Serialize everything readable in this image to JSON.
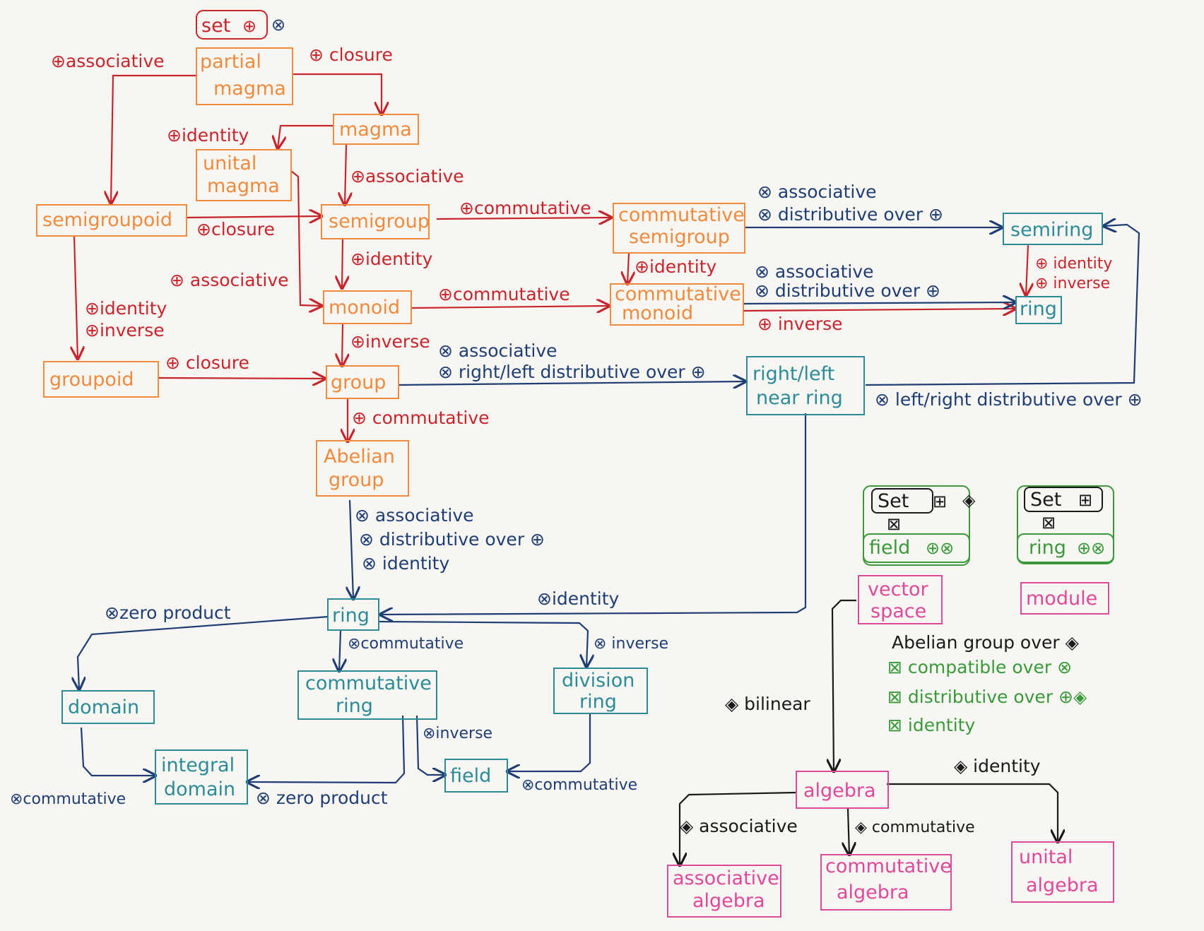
{
  "colors": {
    "orange": "#f08a3c",
    "red": "#c8242b",
    "teal": "#2b8c98",
    "navy": "#1f3e74",
    "pink": "#e0489a",
    "green": "#3a9a3a",
    "black": "#1a1a1a",
    "background": "#f7f6f3"
  },
  "legend_set_ops": {
    "set": "set",
    "plus": "⊕",
    "times": "⊗"
  },
  "nodes": {
    "partial_magma": [
      "partial",
      "magma"
    ],
    "magma": [
      "magma"
    ],
    "unital_magma": [
      "unital",
      "magma"
    ],
    "semigroupoid": [
      "semigroupoid"
    ],
    "semigroup": [
      "semigroup"
    ],
    "commutative_semigroup": [
      "commutative",
      "semigroup"
    ],
    "monoid": [
      "monoid"
    ],
    "commutative_monoid": [
      "commutative",
      "monoid"
    ],
    "groupoid": [
      "groupoid"
    ],
    "group": [
      "group"
    ],
    "abelian_group": [
      "Abelian",
      "group"
    ],
    "semiring": [
      "semiring"
    ],
    "ring_top": [
      "ring"
    ],
    "near_ring": [
      "right/left",
      "near ring"
    ],
    "ring": [
      "ring"
    ],
    "domain": [
      "domain"
    ],
    "commutative_ring": [
      "commutative",
      "ring"
    ],
    "division_ring": [
      "division",
      "ring"
    ],
    "integral_domain": [
      "integral",
      "domain"
    ],
    "field": [
      "field"
    ],
    "vector_space": [
      "vector",
      "space"
    ],
    "module": [
      "module"
    ],
    "algebra": [
      "algebra"
    ],
    "associative_algebra": [
      "associative",
      "algebra"
    ],
    "commutative_algebra": [
      "commutative",
      "algebra"
    ],
    "unital_algebra": [
      "unital",
      "algebra"
    ]
  },
  "labels": {
    "plus_associative_top": "⊕associative",
    "plus_closure_top": "⊕ closure",
    "plus_identity_magma": "⊕identity",
    "plus_associative_magma": "⊕associative",
    "plus_commutative_semigroup": "⊕commutative",
    "plus_closure_semigroupoid": "⊕closure",
    "plus_identity_semigroup": "⊕identity",
    "plus_associative_unital": "⊕ associative",
    "plus_identity_groupoid": "⊕identity",
    "plus_inverse_groupoid": "⊕inverse",
    "plus_commutative_monoid": "⊕commutative",
    "plus_identity_commsemi": "⊕identity",
    "times_associative_semiring": "⊗ associative",
    "times_distributive_semiring": "⊗ distributive over ⊕",
    "times_associative_ring": "⊗ associative",
    "times_distributive_ring": "⊗ distributive over ⊕",
    "plus_inverse_ring": "⊕ inverse",
    "plus_identity_semiring": "⊕ identity",
    "plus_inverse_semiring": "⊕ inverse",
    "plus_inverse_monoid": "⊕inverse",
    "times_associative_near": "⊗ associative",
    "times_rl_distributive": "⊗ right/left distributive over ⊕",
    "plus_closure_groupoid": "⊕ closure",
    "times_lr_distributive": "⊗ left/right distributive over ⊕",
    "plus_commutative_group": "⊕ commutative",
    "times_associative_abelian": "⊗ associative",
    "times_distributive_abelian": "⊗ distributive over ⊕",
    "times_identity_abelian": "⊗ identity",
    "times_identity_near": "⊗identity",
    "times_zero_product_top": "⊗zero product",
    "times_commutative_ring": "⊗commutative",
    "times_inverse_ring": "⊗ inverse",
    "times_inverse_comm": "⊗inverse",
    "times_commutative_domain": "⊗commutative",
    "times_zero_product_bottom": "⊗ zero product",
    "times_commutative_division": "⊗commutative"
  },
  "vector_space_legend": {
    "set": "Set",
    "box_plus": "⊞",
    "box_diamond_plus": "◈",
    "box_times": "⊠",
    "field": "field",
    "field_ops": "⊕⊗"
  },
  "module_legend": {
    "set": "Set",
    "box_plus": "⊞",
    "box_times": "⊠",
    "ring": "ring",
    "ring_ops": "⊕⊗"
  },
  "vector_space_conditions": {
    "abelian": "Abelian group over ◈",
    "compatible": "⊠ compatible over ⊗",
    "distributive": "⊠ distributive over ⊕◈",
    "identity": "⊠ identity"
  },
  "algebra_labels": {
    "bilinear": "◈ bilinear",
    "identity": "◈ identity",
    "associative": "◈ associative",
    "commutative": "◈ commutative"
  }
}
